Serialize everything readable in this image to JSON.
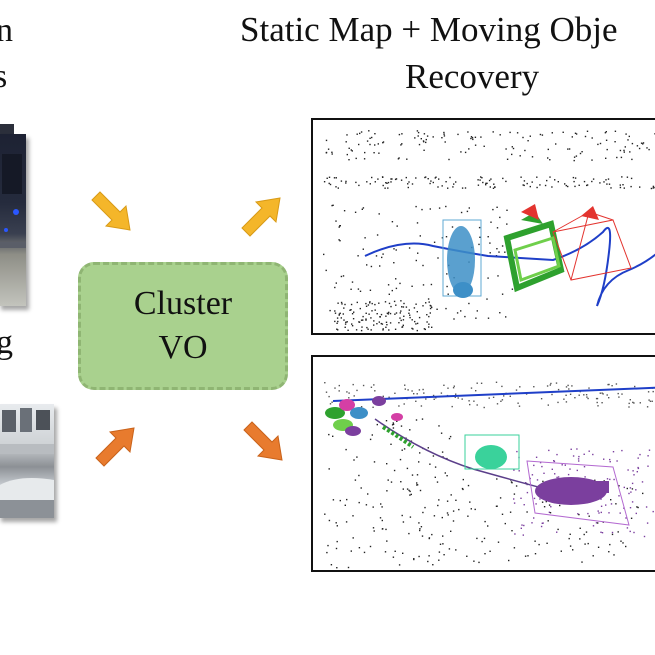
{
  "left_column": {
    "fragment_top_1": "n",
    "fragment_top_2": "s",
    "fragment_mid": "g"
  },
  "title": {
    "line1": "Static Map + Moving Obje",
    "line2": "Recovery"
  },
  "center_box": {
    "line1": "Cluster",
    "line2": "VO"
  },
  "colors": {
    "cluster_box_fill": "#a9d18e",
    "arrow_yellow": "#f4b62a",
    "arrow_orange": "#e87b2e",
    "trajectory_blue": "#1f3fc8",
    "frustum_red": "#e3342f",
    "object_green": "#2ea12e",
    "object_purple": "#7b3f9e",
    "object_mint": "#3ad29b"
  },
  "icons": {
    "arrow_top_left": "arrow-down-right-icon",
    "arrow_top_right": "arrow-up-right-icon",
    "arrow_bottom_left": "arrow-up-right-icon",
    "arrow_bottom_right": "arrow-down-right-icon"
  }
}
